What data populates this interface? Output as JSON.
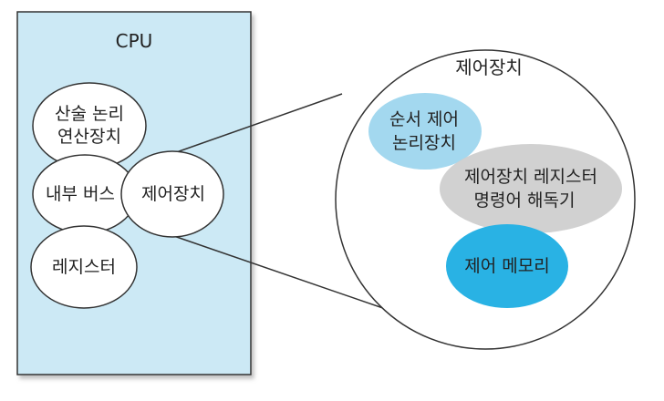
{
  "cpu": {
    "title": "CPU",
    "alu": {
      "line1": "산술 논리",
      "line2": "연산장치"
    },
    "internal_bus": "내부 버스",
    "control_unit": "제어장치",
    "register": "레지스터"
  },
  "zoom": {
    "title": "제어장치",
    "sequence_logic": {
      "line1": "순서 제어",
      "line2": "논리장치"
    },
    "register_decoder": {
      "line1": "제어장치 레지스터",
      "line2": "명령어 해독기"
    },
    "control_memory": "제어 메모리"
  },
  "colors": {
    "cpu_fill": "#cce9f5",
    "light_blue": "#a3d8ef",
    "gray": "#cdcdcd",
    "bright_blue": "#29b2e4",
    "stroke": "#333333"
  }
}
